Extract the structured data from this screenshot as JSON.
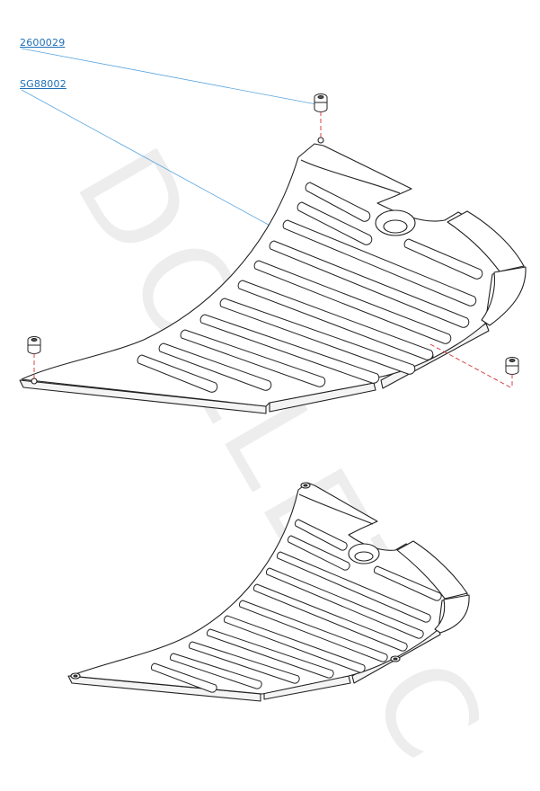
{
  "parts": [
    {
      "code": "2600029",
      "item": "rubber-foot"
    },
    {
      "code": "SG88002",
      "item": "drip-tray-grid"
    }
  ],
  "watermark": "DOLLETIC",
  "colors": {
    "callout": "#1e6fb8",
    "leader": "#5aa6e0",
    "hidden_line": "#d63030",
    "outline": "#222222"
  }
}
